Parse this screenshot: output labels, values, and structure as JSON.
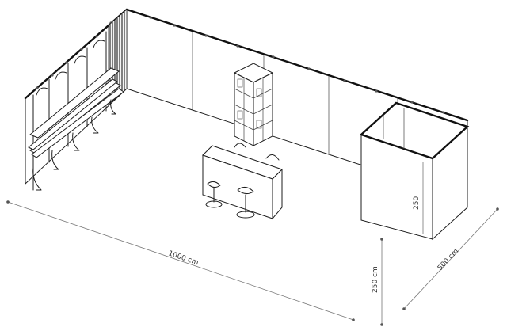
{
  "dimensions": {
    "length_label": "1000 cm",
    "height_label": "250 cm",
    "depth_label": "500 cm",
    "room_height_label": "250"
  }
}
